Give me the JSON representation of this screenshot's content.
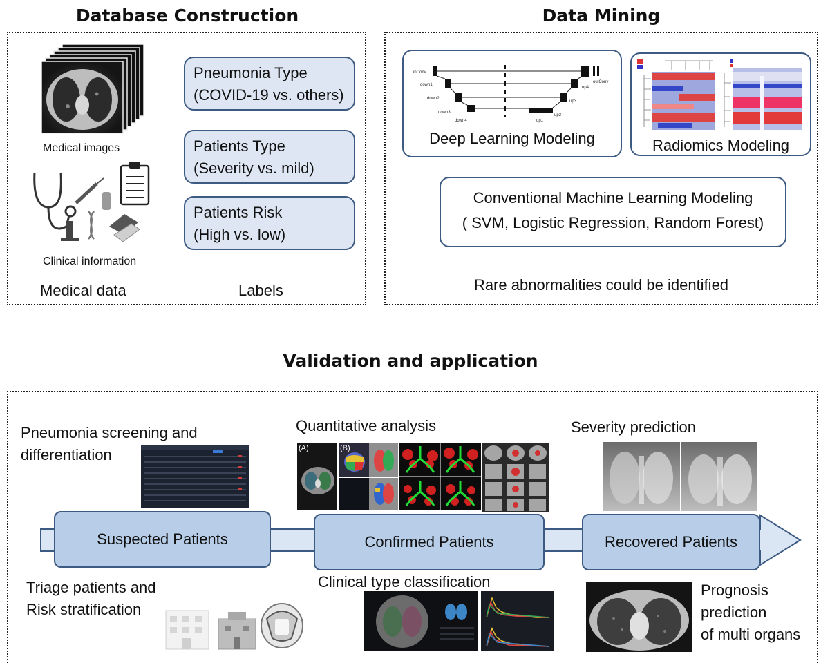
{
  "database": {
    "title": "Database Construction",
    "medical_images_caption": "Medical images",
    "clinical_info_caption": "Clinical information",
    "medical_data_label": "Medical data",
    "labels_label": "Labels",
    "label_boxes": [
      {
        "line1": "Pneumonia Type",
        "line2": "(COVID-19 vs. others)"
      },
      {
        "line1": "Patients Type",
        "line2": "(Severity vs. mild)"
      },
      {
        "line1": "Patients Risk",
        "line2": "(High vs. low)"
      }
    ]
  },
  "mining": {
    "title": "Data Mining",
    "deep_learning_label": "Deep Learning Modeling",
    "radiomics_label": "Radiomics Modeling",
    "conventional_line1": "Conventional Machine Learning Modeling",
    "conventional_line2": "( SVM, Logistic Regression, Random Forest)",
    "rare_note": "Rare abnormalities could be identified"
  },
  "validation": {
    "title": "Validation and application",
    "screening_line1": "Pneumonia screening and",
    "screening_line2": "differentiation",
    "quantitative_label": "Quantitative analysis",
    "severity_label": "Severity prediction",
    "stages": [
      "Suspected Patients",
      "Confirmed Patients",
      "Recovered Patients"
    ],
    "triage_line1": "Triage patients and",
    "triage_line2": "Risk stratification",
    "clinical_type_label": "Clinical type classification",
    "prognosis_line1": "Prognosis",
    "prognosis_line2": "prediction",
    "prognosis_line3": "of multi organs",
    "quant_panel_a": "(A)",
    "quant_panel_b": "(B)"
  },
  "colors": {
    "box_fill": "#dde6f2",
    "box_border": "#3d5a82",
    "stage_fill": "#b7cde8",
    "arrow_fill": "#dae6f3"
  }
}
